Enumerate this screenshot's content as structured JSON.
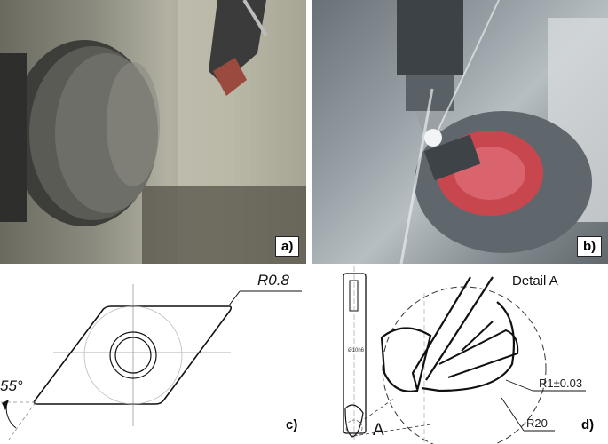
{
  "panels": {
    "a": {
      "label": "a)"
    },
    "b": {
      "label": "b)"
    },
    "c": {
      "label": "c)",
      "radius": "R0.8",
      "angle": "55°"
    },
    "d": {
      "label": "d)",
      "detail_title": "Detail A",
      "section_mark": "A",
      "radius_small": "R1±0.03",
      "radius_large": "R20",
      "shank_dim": "Ø10h6"
    }
  }
}
